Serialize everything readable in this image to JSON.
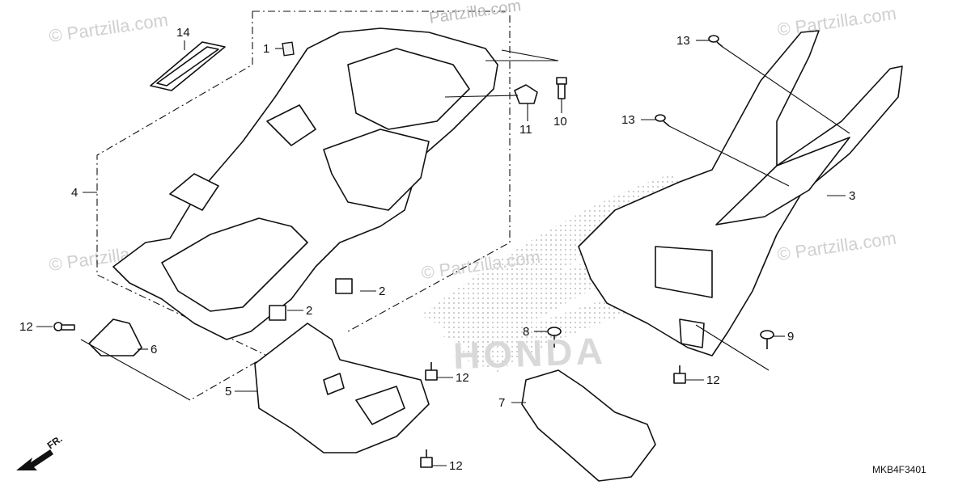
{
  "watermark": {
    "text": "© Partzilla.com",
    "top_text": "Partzilla.com"
  },
  "diagram_code": "MKB4F3401",
  "front_indicator": "FR.",
  "brand_mark": "HONDA",
  "callouts": [
    {
      "id": "c1",
      "label": "1"
    },
    {
      "id": "c2a",
      "label": "2"
    },
    {
      "id": "c2b",
      "label": "2"
    },
    {
      "id": "c3",
      "label": "3"
    },
    {
      "id": "c4",
      "label": "4"
    },
    {
      "id": "c5",
      "label": "5"
    },
    {
      "id": "c6",
      "label": "6"
    },
    {
      "id": "c7",
      "label": "7"
    },
    {
      "id": "c8",
      "label": "8"
    },
    {
      "id": "c9",
      "label": "9"
    },
    {
      "id": "c10",
      "label": "10"
    },
    {
      "id": "c11",
      "label": "11"
    },
    {
      "id": "c12a",
      "label": "12"
    },
    {
      "id": "c12b",
      "label": "12"
    },
    {
      "id": "c12c",
      "label": "12"
    },
    {
      "id": "c12d",
      "label": "12"
    },
    {
      "id": "c13a",
      "label": "13"
    },
    {
      "id": "c13b",
      "label": "13"
    },
    {
      "id": "c14",
      "label": "14"
    }
  ]
}
